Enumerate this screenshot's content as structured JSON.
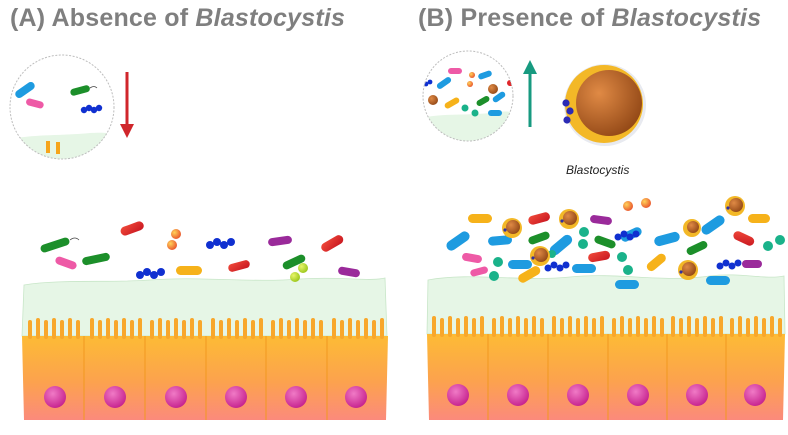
{
  "panel_a": {
    "title_prefix": "(A) Absence of ",
    "title_organism": "Blastocystis",
    "arrow_direction": "down",
    "arrow_color": "#d0262b"
  },
  "panel_b": {
    "title_prefix": "(B) Presence of ",
    "title_organism": "Blastocystis",
    "arrow_direction": "up",
    "arrow_color": "#179a80"
  },
  "parasite_label": "Blastocystis",
  "colors": {
    "mucus": "#e6f6e6",
    "epithelium_top": "#fdb634",
    "epithelium_bottom": "#fb8a7a",
    "nucleus": "#d62b9c",
    "cyst_outer": "#f3b827",
    "cyst_inner": "#b45a20",
    "bacteria_blue": "#1e9be0",
    "bacteria_green": "#1c8f2a",
    "bacteria_red": "#e0262a",
    "bacteria_pink": "#ee5aa6",
    "bacteria_purple": "#9a2a9a",
    "bacteria_yellow": "#f6b21a",
    "cocci_navy": "#1030d0",
    "cocci_teal": "#1ab28a"
  }
}
